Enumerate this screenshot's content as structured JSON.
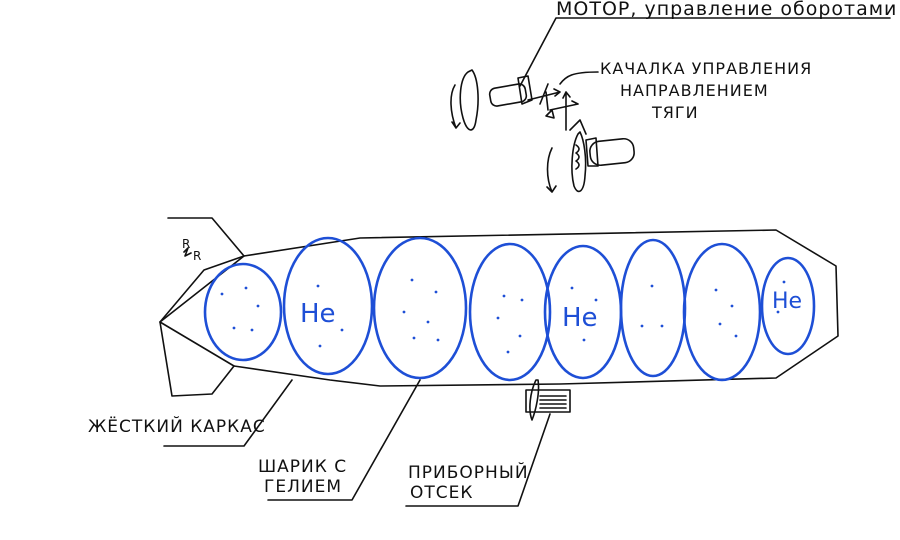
{
  "labels": {
    "motor": "МОТОР, управление оборотами",
    "rocker_line1": "КАЧАЛКА УПРАВЛЕНИЯ",
    "rocker_line2": "НАПРАВЛЕНИЕМ",
    "rocker_line3": "ТЯГИ",
    "frame": "ЖЁСТКИЙ КАРКАС",
    "balloons_line1": "ШАРИК С",
    "balloons_line2": "ГЕЛИЕМ",
    "instrument_line1": "ПРИБОРНЫЙ",
    "instrument_line2": "ОТСЕК"
  },
  "he_label": "He",
  "tail_mark_top": "R",
  "tail_mark_bottom": "R",
  "colors": {
    "ink": "#111111",
    "balloon": "#1e4fd6"
  }
}
